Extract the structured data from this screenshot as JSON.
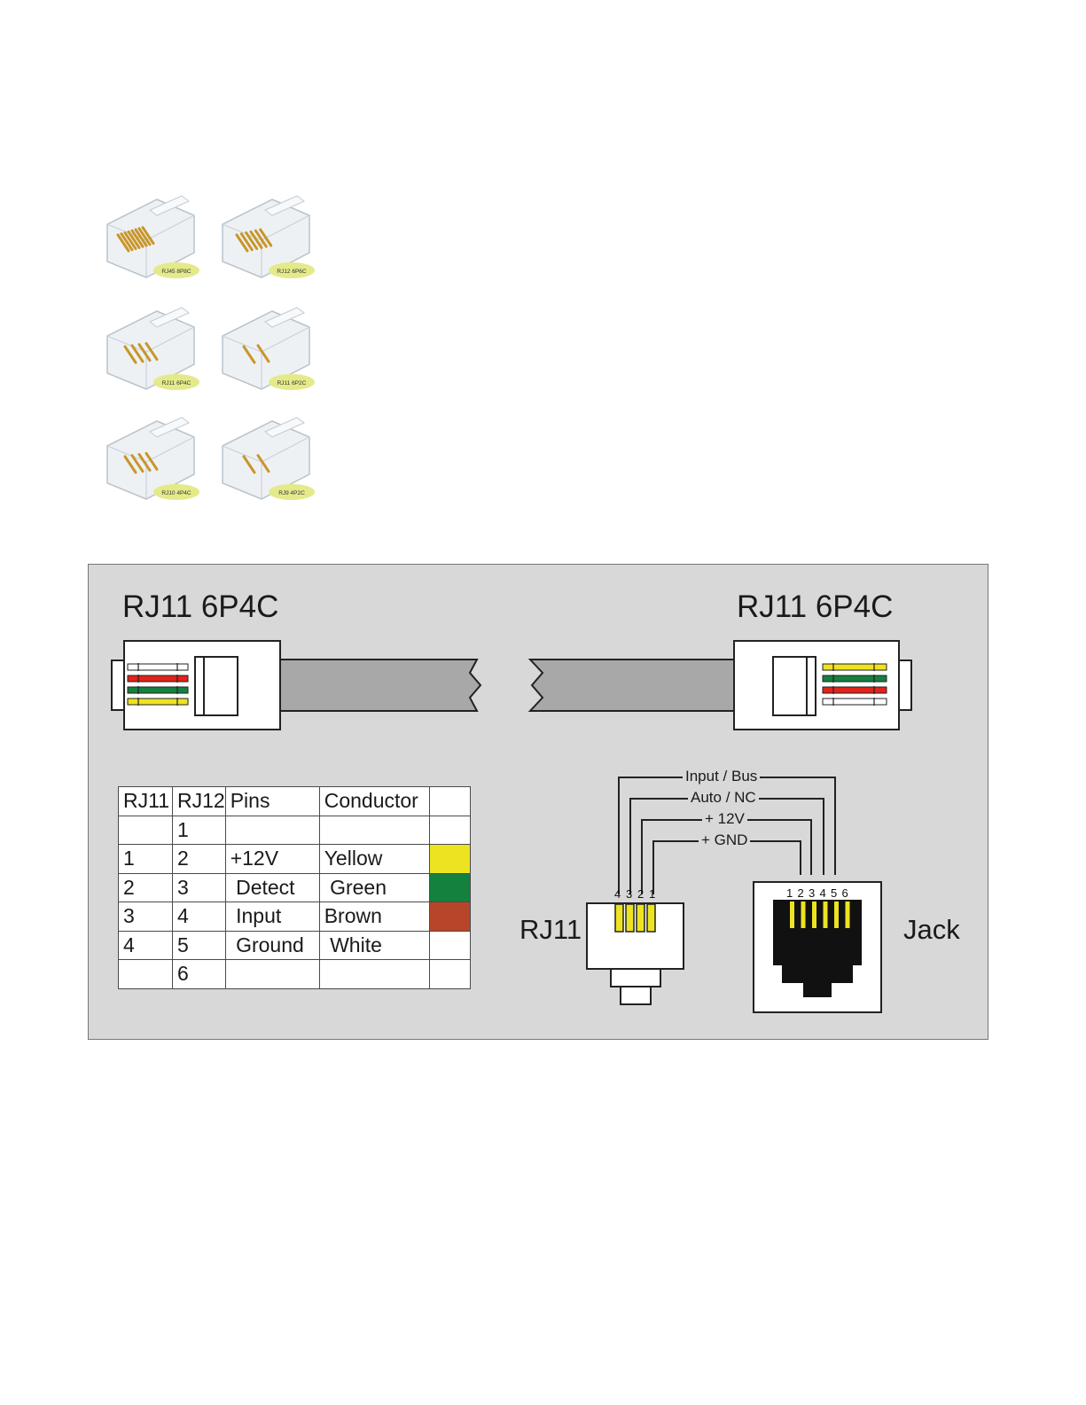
{
  "photos": {
    "labels": [
      "RJ45 8P8C",
      "RJ12 6P6C",
      "RJ11 6P4C",
      "RJ11 6P2C",
      "RJ10 4P4C",
      "RJ9 4P2C"
    ],
    "contact_counts": [
      8,
      6,
      4,
      2,
      4,
      2
    ]
  },
  "diagram": {
    "cable_left_title": "RJ11 6P4C",
    "cable_right_title": "RJ11 6P4C",
    "plug_label": "RJ11",
    "jack_label": "Jack",
    "wire_labels": {
      "input": "Input / Bus",
      "auto": "Auto / NC",
      "v12": "+ 12V",
      "gnd": "+ GND"
    },
    "plug_pin_numbers": [
      "4",
      "3",
      "2",
      "1"
    ],
    "jack_pin_numbers": [
      "1",
      "2",
      "3",
      "4",
      "5",
      "6"
    ]
  },
  "table": {
    "headers": [
      "RJ11",
      "RJ12",
      "Pins",
      "Conductor",
      ""
    ],
    "rows": [
      {
        "rj11": "",
        "rj12": "1",
        "pin": "",
        "conductor": "",
        "color": ""
      },
      {
        "rj11": "1",
        "rj12": "2",
        "pin": "+12V",
        "conductor": "Yellow",
        "color": "#ede320"
      },
      {
        "rj11": "2",
        "rj12": "3",
        "pin": " Detect",
        "conductor": " Green",
        "color": "#14813f"
      },
      {
        "rj11": "3",
        "rj12": "4",
        "pin": " Input",
        "conductor": "Brown",
        "color": "#b8452a"
      },
      {
        "rj11": "4",
        "rj12": "5",
        "pin": " Ground",
        "conductor": " White",
        "color": "#ffffff"
      },
      {
        "rj11": "",
        "rj12": "6",
        "pin": "",
        "conductor": "",
        "color": ""
      }
    ]
  },
  "colors": {
    "yellow": "#ede320",
    "green": "#14813f",
    "red": "#e2231a",
    "brown": "#b8452a",
    "white": "#ffffff",
    "panel_bg": "#d8d8d8",
    "cable": "#a8a8a8"
  }
}
